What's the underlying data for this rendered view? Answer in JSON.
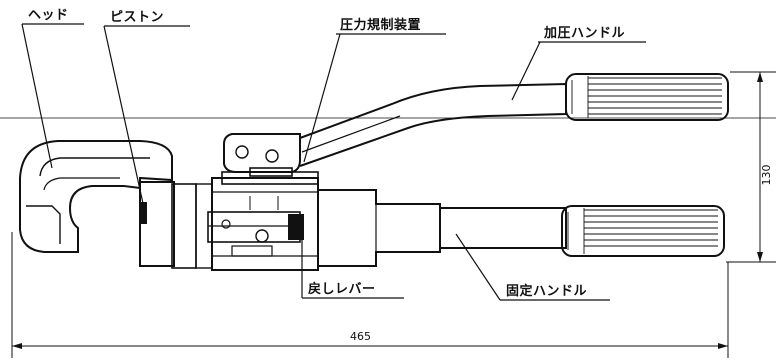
{
  "labels": {
    "head": "ヘッド",
    "piston": "ピストン",
    "pressure_device": "圧力規制装置",
    "pressure_handle": "加圧ハンドル",
    "return_lever": "戻しレバー",
    "fixed_handle": "固定ハンドル"
  },
  "dimensions": {
    "overall_length": "465",
    "height": "130"
  },
  "colors": {
    "ink": "#111111",
    "paper": "#ffffff"
  }
}
